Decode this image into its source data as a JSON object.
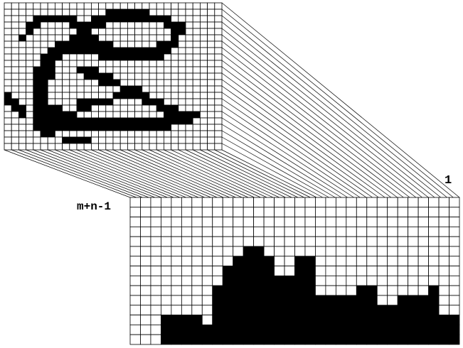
{
  "top_text": "",
  "labels": {
    "diagonals_count": "m+n-1",
    "first_diagonal": "1"
  },
  "source_grid": {
    "rows": [
      "000000000000000000000000000000",
      "000000000000001111110000000000",
      "000011111100111111111110000000",
      "000110000111110000000011100000",
      "000100000011000000000001100000",
      "001000000111100000000001000000",
      "000000011111111000000111000000",
      "000000111111111111111110000000",
      "000001110000011111111100000000",
      "000001100000000000000000000000",
      "000011100011100000000000000000",
      "000011100001111000000000000000",
      "000011000000011100000000000000",
      "000011000000000011100000000000",
      "100011000000000111110000000000",
      "110011000011111000011100000000",
      "011011110011000000000111000000",
      "001011111100000000000011111000",
      "000011111111111111111111110000",
      "000011111111111111111110000000",
      "000001100000000000000000000000",
      "000000001111000000000000000000",
      "000000000000000000000000000000"
    ]
  },
  "histogram": {
    "heights": [
      0,
      0,
      0,
      3,
      3,
      3,
      3,
      2,
      6,
      8,
      9,
      10,
      10,
      9,
      7,
      7,
      9,
      9,
      5,
      5,
      5,
      5,
      6,
      6,
      4,
      4,
      5,
      5,
      5,
      6,
      3,
      3
    ],
    "ymax": 15
  }
}
